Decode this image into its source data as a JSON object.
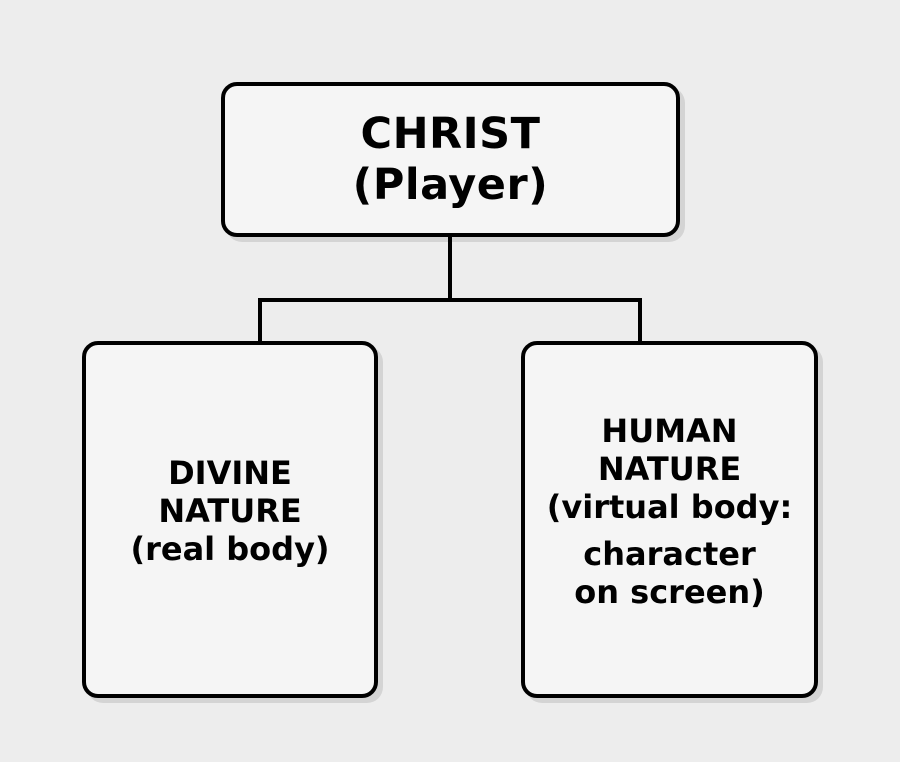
{
  "diagram": {
    "type": "hierarchy-tree",
    "background_color": "#ededed",
    "node_fill_color": "#f5f5f5",
    "node_border_color": "#000000",
    "connector_color": "#000000",
    "root": {
      "id": "christ",
      "lines": [
        "CHRIST",
        "(Player)"
      ],
      "line1": "CHRIST",
      "line2": "(Player)"
    },
    "children": [
      {
        "id": "divine-nature",
        "lines": [
          "DIVINE",
          "NATURE",
          "(real body)"
        ],
        "line1": "DIVINE",
        "line2": "NATURE",
        "line3": "(real body)"
      },
      {
        "id": "human-nature",
        "lines": [
          "HUMAN",
          "NATURE",
          "(virtual body:",
          "character",
          "on screen)"
        ],
        "line1": "HUMAN",
        "line2": "NATURE",
        "line3": "(virtual body:",
        "line4": "character",
        "line5": "on screen)"
      }
    ]
  }
}
